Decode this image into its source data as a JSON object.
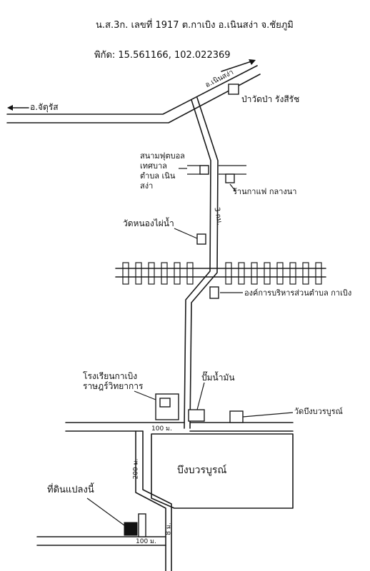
{
  "header": {
    "school_line": "น.ส.3ก. เลขที่ 1917 ต.กาเบิง อ.เนินสง่า จ.ชัยภูมิ",
    "coords": "พิกัด: 15.561166, 102.022369"
  },
  "labels": {
    "arrow_left": "อ.จัตุรัส",
    "arrow_right": "อ.เนินสง่า",
    "temple_top": "ป่าวัดป่า รังสีรัช",
    "stadium": "สนามฟุตบอล เทศบาลตำบล เนินสง่า",
    "shop": "ร้านกาแฟ กลางนา",
    "temple_mid": "วัดหนองไผ่น้ำ",
    "road_km": "3 กม.",
    "tambon_office": "องค์การบริหารส่วนตำบล กาเบิง",
    "school": "โรงเรียนกาเบิง ราษฎร์วิทยาการ",
    "water_tower": "ปั๊มน้ำมัน",
    "temple_bot": "วัดบึงบวรบูรณ์",
    "dist_100_top": "100 ม.",
    "dist_vertical": "200 ม.",
    "pond": "บึงบวรบูรณ์",
    "land_label": "ที่ดินแปลงนี้",
    "dist_vertical_2": "8 ม.",
    "dist_100_bot": "100 ม."
  },
  "icons": {
    "building": "building-icon",
    "land": "land-plot-icon",
    "railway": "railway-icon",
    "arrow": "arrow-icon"
  }
}
